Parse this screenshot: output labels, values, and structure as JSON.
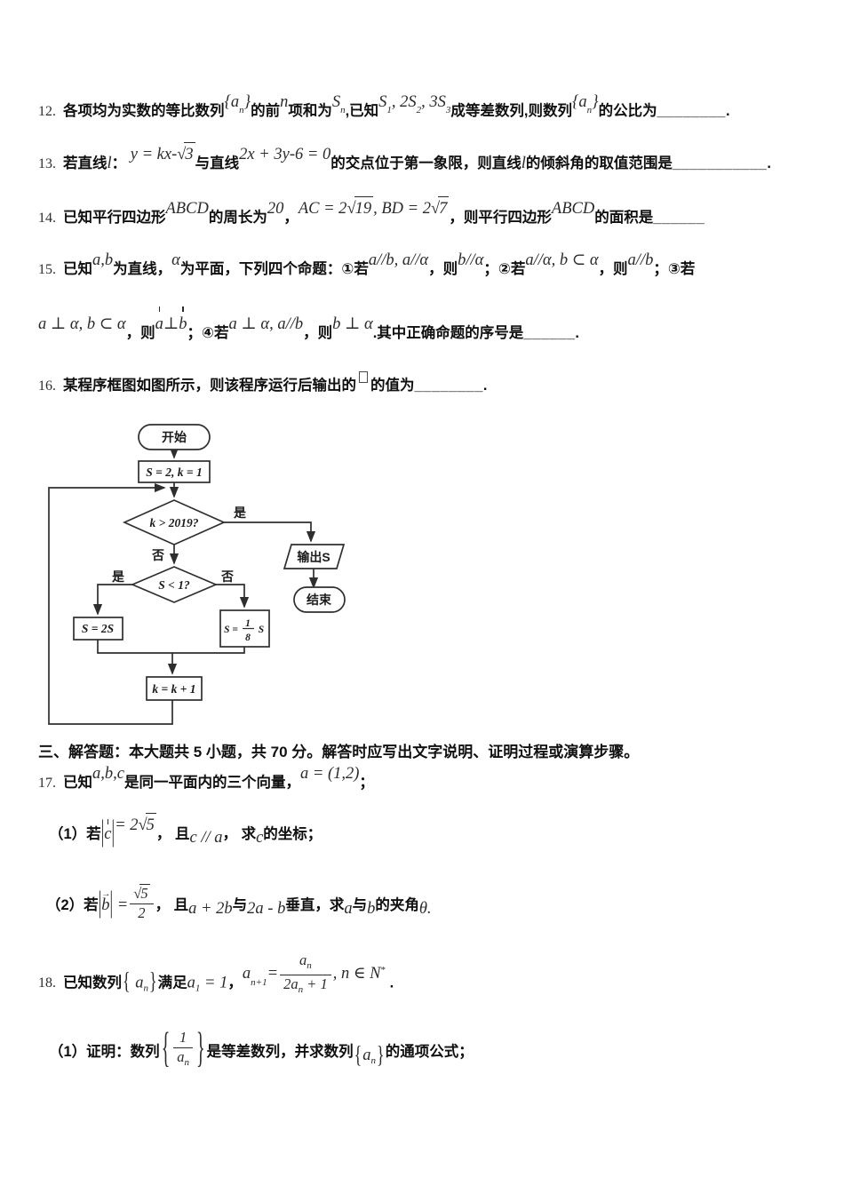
{
  "page": {
    "background": "#ffffff",
    "text_color": "#1c1c1c",
    "line_color": "#2e2e2e"
  },
  "q12": {
    "segs": [
      {
        "k": "num",
        "t": "12."
      },
      {
        "k": "cn",
        "t": "各项均为实数的等比数列"
      },
      {
        "k": "m",
        "r": 1,
        "t": "{a"
      },
      {
        "k": "sub",
        "r": 1,
        "t": "n"
      },
      {
        "k": "m",
        "r": 1,
        "t": "}"
      },
      {
        "k": "cn",
        "t": "的前"
      },
      {
        "k": "m",
        "r": 1,
        "t": "n"
      },
      {
        "k": "cn",
        "t": "项和为"
      },
      {
        "k": "m",
        "r": 1,
        "t": "S"
      },
      {
        "k": "sub",
        "r": 1,
        "t": "n"
      },
      {
        "k": "cn",
        "t": ",已知"
      },
      {
        "k": "m",
        "r": 1,
        "t": "S"
      },
      {
        "k": "sub",
        "r": 1,
        "t": "1"
      },
      {
        "k": "m",
        "r": 1,
        "t": ", 2S"
      },
      {
        "k": "sub",
        "r": 1,
        "t": "2"
      },
      {
        "k": "m",
        "r": 1,
        "t": ", 3S"
      },
      {
        "k": "sub",
        "r": 1,
        "t": "3"
      },
      {
        "k": "cn",
        "t": "成等差数列,则数列"
      },
      {
        "k": "m",
        "r": 1,
        "t": "{a"
      },
      {
        "k": "sub",
        "r": 1,
        "t": "n"
      },
      {
        "k": "m",
        "r": 1,
        "t": "}"
      },
      {
        "k": "cn",
        "t": "的公比为"
      },
      {
        "k": "u",
        "t": "________"
      },
      {
        "k": "cn",
        "t": "."
      }
    ]
  },
  "q13": {
    "segs": [
      {
        "k": "num",
        "t": "13."
      },
      {
        "k": "cn",
        "t": "若直线"
      },
      {
        "k": "m",
        "t": "l"
      },
      {
        "k": "cn",
        "t": "： "
      },
      {
        "k": "m",
        "r": 1,
        "t": "y = kx-"
      },
      {
        "k": "m",
        "r": 1,
        "t": "√"
      },
      {
        "k": "rad",
        "r": 1,
        "t": "3"
      },
      {
        "k": "cn",
        "t": "与直线"
      },
      {
        "k": "m",
        "r": 1,
        "t": "2x + 3y-6 = 0"
      },
      {
        "k": "cn",
        "t": "的交点位于第一象限，则直线"
      },
      {
        "k": "m",
        "t": "l"
      },
      {
        "k": "cn",
        "t": "的倾斜角的取值范围是"
      },
      {
        "k": "u",
        "t": "___________"
      },
      {
        "k": "cn",
        "t": "."
      }
    ]
  },
  "q14": {
    "segs": [
      {
        "k": "num",
        "t": "14."
      },
      {
        "k": "cn",
        "t": "已知平行四边形"
      },
      {
        "k": "m",
        "r": 1,
        "t": "ABCD"
      },
      {
        "k": "cn",
        "t": "的周长为"
      },
      {
        "k": "m",
        "r": 1,
        "t": "20"
      },
      {
        "k": "cn",
        "t": "，"
      },
      {
        "k": "m",
        "r": 1,
        "t": " AC = 2"
      },
      {
        "k": "m",
        "r": 1,
        "t": "√"
      },
      {
        "k": "rad",
        "r": 1,
        "t": "19"
      },
      {
        "k": "m",
        "r": 1,
        "t": ", BD = 2"
      },
      {
        "k": "m",
        "r": 1,
        "t": "√"
      },
      {
        "k": "rad",
        "r": 1,
        "t": "7"
      },
      {
        "k": "cn",
        "t": "，则平行四边形"
      },
      {
        "k": "m",
        "r": 1,
        "t": "ABCD"
      },
      {
        "k": "cn",
        "t": "的面积是"
      },
      {
        "k": "u",
        "t": "______"
      }
    ]
  },
  "q15a": {
    "segs": [
      {
        "k": "num",
        "t": "15."
      },
      {
        "k": "cn",
        "t": "已知"
      },
      {
        "k": "m",
        "r": 1,
        "t": "a,b"
      },
      {
        "k": "cn",
        "t": "为直线，"
      },
      {
        "k": "m",
        "r": 1,
        "t": "α"
      },
      {
        "k": "cn",
        "t": "为平面，下列四个命题：①若"
      },
      {
        "k": "m",
        "r": 1,
        "t": "a//b, a//α"
      },
      {
        "k": "cn",
        "t": "，则"
      },
      {
        "k": "m",
        "r": 1,
        "t": "b//α"
      },
      {
        "k": "cn",
        "t": "；②若"
      },
      {
        "k": "m",
        "r": 1,
        "t": "a//α, b ⊂ α"
      },
      {
        "k": "cn",
        "t": "，则"
      },
      {
        "k": "m",
        "r": 1,
        "t": "a//b"
      },
      {
        "k": "cn",
        "t": "；③若"
      }
    ]
  },
  "q15b": {
    "segs": [
      {
        "k": "m",
        "r": 1,
        "t": "a ⊥ α, b ⊂ α"
      },
      {
        "k": "cn",
        "t": "，则"
      },
      {
        "k": "vtick",
        "r": 1,
        "t": "a"
      },
      {
        "k": "m",
        "r": 1,
        "t": " ⊥ "
      },
      {
        "k": "vtick",
        "r": 1,
        "t": "b"
      },
      {
        "k": "cn",
        "t": "；④若"
      },
      {
        "k": "m",
        "r": 1,
        "t": "a ⊥ α, a//b"
      },
      {
        "k": "cn",
        "t": "，则"
      },
      {
        "k": "m",
        "r": 1,
        "t": "b ⊥ α"
      },
      {
        "k": "cn",
        "t": ".其中正确命题的序号是"
      },
      {
        "k": "u",
        "t": "______"
      },
      {
        "k": "cn",
        "t": "."
      }
    ]
  },
  "q16": {
    "segs": [
      {
        "k": "num",
        "t": "16."
      },
      {
        "k": "cn",
        "t": "某程序框图如图所示，则该程序运行后输出的"
      },
      {
        "k": "sqbox",
        "t": ""
      },
      {
        "k": "cn",
        "t": "的值为"
      },
      {
        "k": "u",
        "t": "________"
      },
      {
        "k": "cn",
        "t": "."
      }
    ]
  },
  "flowchart": {
    "start_label": "开始",
    "init_label": "S = 2, k = 1",
    "cond1_label": "k > 2019?",
    "yes1": "是",
    "no1": "否",
    "output_label": "输出S",
    "end_label": "结束",
    "cond2_label": "S < 1?",
    "yes2": "是",
    "no2": "否",
    "left_box_label": "S = 2S",
    "right_box_pre": "S =",
    "right_box_num": "1",
    "right_box_den": "8",
    "right_box_post": "S",
    "inc_box_label": "k = k + 1"
  },
  "section3": {
    "segs": [
      {
        "k": "cn",
        "t": "三、解答题：本大题共 5 小题，共 70 分。解答时应写出文字说明、证明过程或演算步骤。"
      }
    ]
  },
  "q17": {
    "segs": [
      {
        "k": "num",
        "t": "17."
      },
      {
        "k": "cn",
        "t": "已知"
      },
      {
        "k": "m",
        "r": 1,
        "t": "a,b,c"
      },
      {
        "k": "cn",
        "t": "是同一平面内的三个向量，"
      },
      {
        "k": "m",
        "r": 1,
        "t": " a = (1,2)"
      },
      {
        "k": "cn",
        "t": "；"
      }
    ]
  },
  "q17_1": {
    "segs": [
      {
        "k": "cn",
        "t": "（1）若"
      },
      {
        "k": "bar",
        "t": "|"
      },
      {
        "k": "vtick",
        "t": "c"
      },
      {
        "k": "bar",
        "t": "|"
      },
      {
        "k": "m",
        "r": 1,
        "t": " = 2"
      },
      {
        "k": "m",
        "r": 1,
        "t": "√"
      },
      {
        "k": "rad",
        "r": 1,
        "t": "5"
      },
      {
        "k": "cn",
        "t": "， 且"
      },
      {
        "k": "m",
        "lo": 1,
        "t": " c // a "
      },
      {
        "k": "cn",
        "t": "， 求"
      },
      {
        "k": "m",
        "lo": 1,
        "t": " c "
      },
      {
        "k": "cn",
        "t": "的坐标；"
      }
    ]
  },
  "q17_2": {
    "segs": [
      {
        "k": "cn",
        "t": "（2）若"
      },
      {
        "k": "bar",
        "t": "|"
      },
      {
        "k": "vecb",
        "t": "b"
      },
      {
        "k": "bar",
        "t": "|"
      },
      {
        "k": "m",
        "t": " ="
      },
      {
        "k": "frac",
        "n": [
          {
            "k": "m",
            "t": "√"
          },
          {
            "k": "rad",
            "t": "5"
          }
        ],
        "d": [
          {
            "k": "m",
            "t": "2"
          }
        ]
      },
      {
        "k": "cn",
        "t": "， 且"
      },
      {
        "k": "m",
        "lo": 1,
        "t": " a + 2b "
      },
      {
        "k": "cn",
        "t": "与"
      },
      {
        "k": "m",
        "lo": 1,
        "t": " 2a - b "
      },
      {
        "k": "cn",
        "t": "垂直，求"
      },
      {
        "k": "m",
        "lo": 1,
        "t": " a "
      },
      {
        "k": "cn",
        "t": "与"
      },
      {
        "k": "m",
        "lo": 1,
        "t": " b "
      },
      {
        "k": "cn",
        "t": "的夹角"
      },
      {
        "k": "m",
        "lo": 1,
        "t": " θ"
      },
      {
        "k": "m",
        "lo": 1,
        "t": "."
      }
    ]
  },
  "q18": {
    "segs": [
      {
        "k": "num",
        "t": "18."
      },
      {
        "k": "cn",
        "t": "已知数列"
      },
      {
        "k": "brsm",
        "t": "{"
      },
      {
        "k": "m",
        "t": " a"
      },
      {
        "k": "sub",
        "t": "n"
      },
      {
        "k": "brsm",
        "t": "}"
      },
      {
        "k": "cn",
        "t": "满足"
      },
      {
        "k": "m",
        "t": "a"
      },
      {
        "k": "sub",
        "t": "1"
      },
      {
        "k": "m",
        "t": " = 1"
      },
      {
        "k": "cn",
        "t": "，"
      },
      {
        "k": "m",
        "r": 1,
        "t": " a"
      },
      {
        "k": "sub",
        "r": 1,
        "t": "n+1"
      },
      {
        "k": "m",
        "r": 1,
        "t": " ="
      },
      {
        "k": "frac",
        "r": 1,
        "n": [
          {
            "k": "m",
            "t": "a"
          },
          {
            "k": "sub",
            "t": "n"
          }
        ],
        "d": [
          {
            "k": "m",
            "t": "2a"
          },
          {
            "k": "sub",
            "t": "n"
          },
          {
            "k": "m",
            "t": " + 1"
          }
        ]
      },
      {
        "k": "m",
        "r": 1,
        "t": ",    n ∈ N"
      },
      {
        "k": "sup",
        "r": 1,
        "t": "*"
      },
      {
        "k": "cn",
        "t": " ."
      }
    ]
  },
  "q18_1": {
    "segs": [
      {
        "k": "cn",
        "t": "（1）证明：数列"
      },
      {
        "k": "brlg",
        "t": "{"
      },
      {
        "k": "frac",
        "n": [
          {
            "k": "m",
            "t": "1"
          }
        ],
        "d": [
          {
            "k": "m",
            "t": "a"
          },
          {
            "k": "sub",
            "t": "n"
          }
        ]
      },
      {
        "k": "brlg",
        "t": "}"
      },
      {
        "k": "cn",
        "t": "是等差数列，并求数列"
      },
      {
        "k": "brsm",
        "lo": 1,
        "t": "{"
      },
      {
        "k": "m",
        "lo": 1,
        "t": "a"
      },
      {
        "k": "sub",
        "lo": 1,
        "t": "n"
      },
      {
        "k": "brsm",
        "lo": 1,
        "t": "}"
      },
      {
        "k": "cn",
        "t": "的通项公式；"
      }
    ]
  }
}
